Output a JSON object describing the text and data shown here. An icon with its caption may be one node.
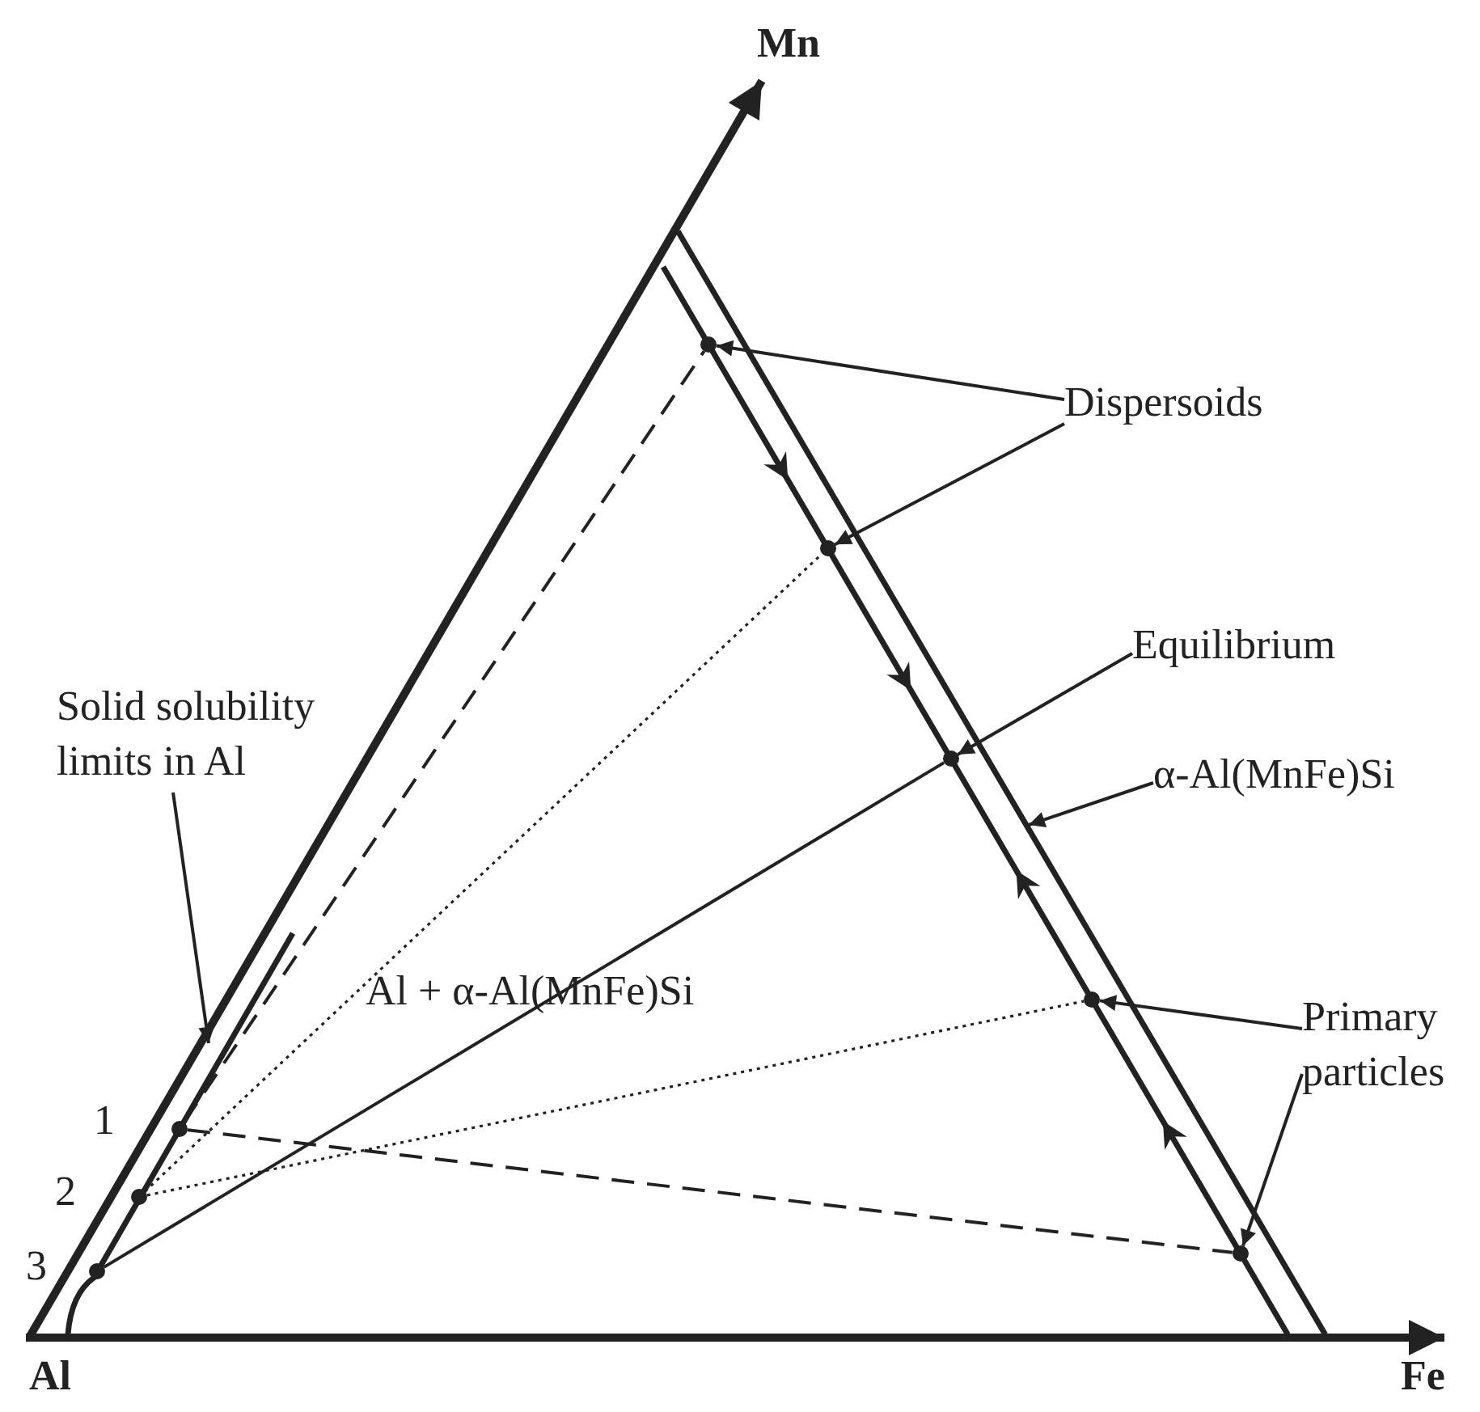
{
  "diagram": {
    "nodes": [
      {
        "text": [
          "Solid solubility limits in Al"
        ]
      },
      {
        "text": [],
        "shape": "circle",
        "beside": [
          "1"
        ]
      },
      {
        "text": [],
        "shape": "circle",
        "beside": [
          "2"
        ]
      },
      {
        "text": [],
        "shape": "circle",
        "beside": [
          "3"
        ]
      },
      {
        "text": [],
        "shape": "circle"
      },
      {
        "text": [],
        "shape": "circle"
      },
      {
        "text": [],
        "shape": "circle"
      },
      {
        "text": [],
        "shape": "circle"
      },
      {
        "text": [],
        "shape": "circle"
      },
      {
        "text": [
          "Dispersoids"
        ]
      },
      {
        "text": [
          "Equilibrium"
        ]
      },
      {
        "text": [
          "α-Al(MnFe)Si"
        ]
      },
      {
        "text": [
          "Primary particles"
        ]
      }
    ],
    "edges": [
      {
        "from": 0,
        "to": null,
        "arrow": "to"
      },
      {
        "from": 9,
        "to": 4,
        "arrow": "to"
      },
      {
        "from": 9,
        "to": 5,
        "arrow": "to"
      },
      {
        "from": 10,
        "to": 6,
        "arrow": "to"
      },
      {
        "from": 11,
        "to": null,
        "arrow": "to"
      },
      {
        "from": 12,
        "to": 7,
        "arrow": "to"
      },
      {
        "from": 12,
        "to": 8,
        "arrow": "to"
      },
      {
        "from": 1,
        "to": 4,
        "arrow": "none",
        "style": "dashed"
      },
      {
        "from": 1,
        "to": 8,
        "arrow": "none",
        "style": "dashed"
      },
      {
        "from": 2,
        "to": 5,
        "arrow": "none",
        "style": "dashed"
      },
      {
        "from": 2,
        "to": 7,
        "arrow": "none",
        "style": "dashed"
      },
      {
        "from": 3,
        "to": 6,
        "arrow": "none"
      }
    ],
    "labels": [
      "Mn",
      "Al + α-Al(MnFe)Si",
      "Al",
      "Fe"
    ]
  }
}
